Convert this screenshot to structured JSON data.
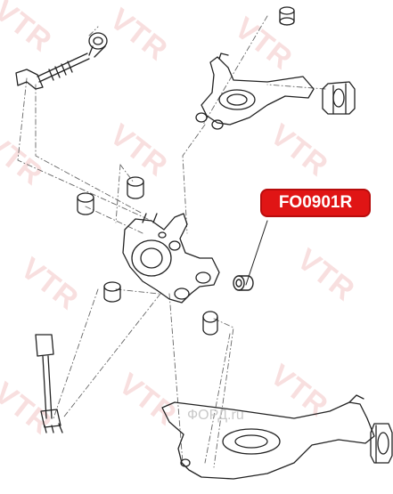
{
  "watermark": {
    "text": "VTR",
    "color": "#f3c6c6"
  },
  "part_label": {
    "text": "FO0901R",
    "bg_color": "#e01515",
    "text_color": "#ffffff"
  },
  "site_credit": {
    "text": "ФОРД.ru"
  },
  "colors": {
    "line": "#222222",
    "leader": "#666666"
  }
}
